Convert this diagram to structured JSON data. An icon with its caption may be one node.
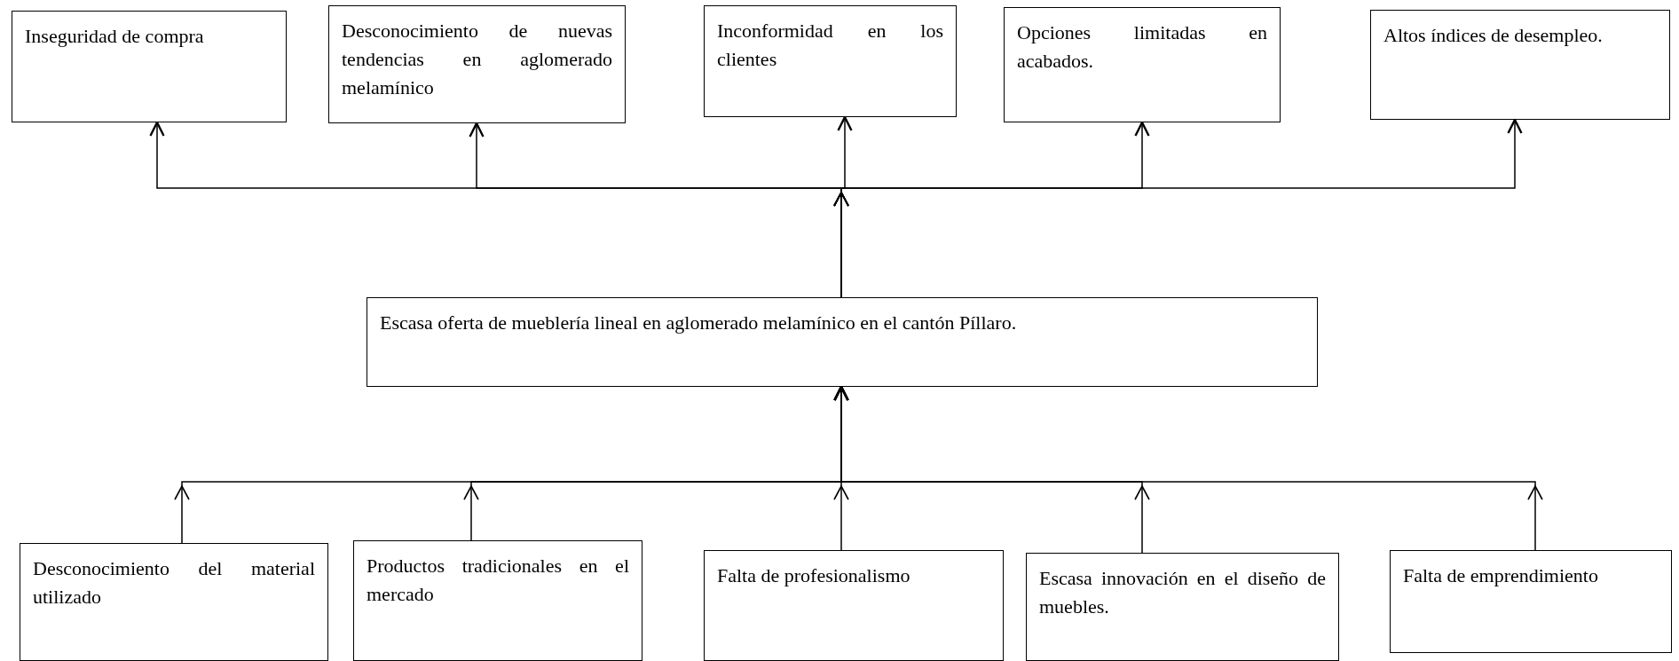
{
  "diagram": {
    "nodes": [
      {
        "text": [
          "Inseguridad de compra"
        ]
      },
      {
        "text": [
          "Desconocimiento de nuevas tendencias en aglomerado melamínico"
        ]
      },
      {
        "text": [
          "Inconformidad en los clientes"
        ]
      },
      {
        "text": [
          "Opciones limitadas en acabados."
        ]
      },
      {
        "text": [
          "Altos índices de desempleo."
        ]
      },
      {
        "text": [
          "Escasa oferta de mueblería lineal en aglomerado melamínico en el cantón Píllaro."
        ]
      },
      {
        "text": [
          "Desconocimiento del material utilizado"
        ]
      },
      {
        "text": [
          "Productos tradicionales en el mercado"
        ]
      },
      {
        "text": [
          "Falta de profesionalismo"
        ]
      },
      {
        "text": [
          "Escasa innovación en el diseño de muebles."
        ]
      },
      {
        "text": [
          "Falta de emprendimiento"
        ]
      }
    ],
    "edges": [
      {
        "from": 5,
        "to": 0,
        "arrow": "to"
      },
      {
        "from": 5,
        "to": 1,
        "arrow": "to"
      },
      {
        "from": 5,
        "to": 2,
        "arrow": "to"
      },
      {
        "from": 5,
        "to": 3,
        "arrow": "to"
      },
      {
        "from": 5,
        "to": 4,
        "arrow": "to"
      },
      {
        "from": 6,
        "to": 5,
        "arrow": "to"
      },
      {
        "from": 7,
        "to": 5,
        "arrow": "to"
      },
      {
        "from": 8,
        "to": 5,
        "arrow": "to"
      },
      {
        "from": 9,
        "to": 5,
        "arrow": "to"
      },
      {
        "from": 10,
        "to": 5,
        "arrow": "to"
      }
    ]
  }
}
